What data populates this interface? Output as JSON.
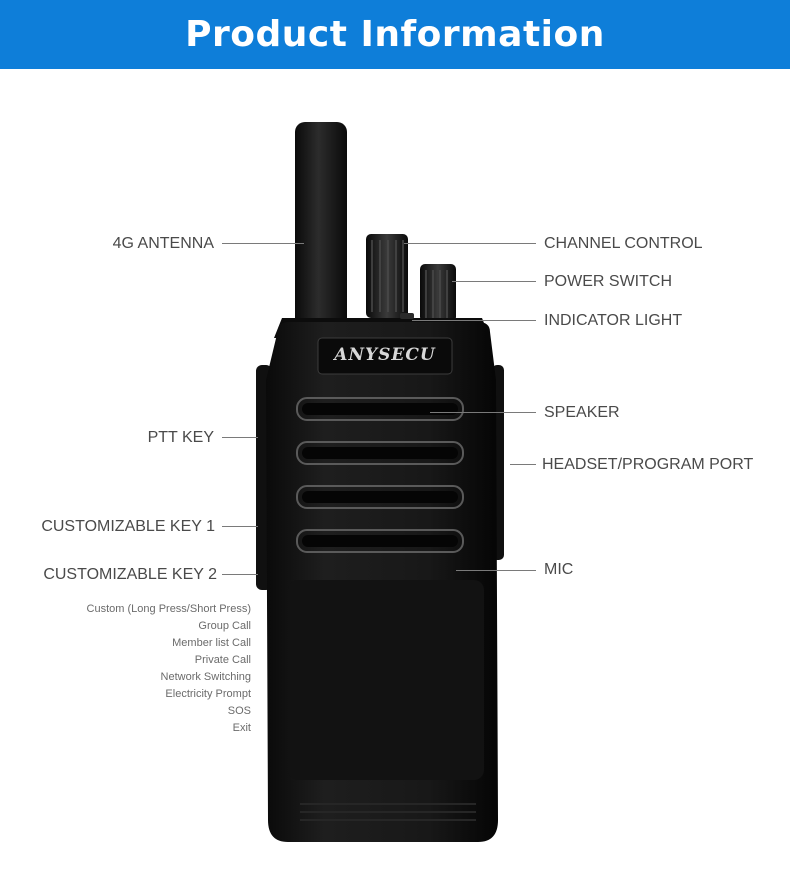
{
  "header": {
    "title": "Product Information"
  },
  "brand": "ANYSECU",
  "labels_left": {
    "antenna": "4G ANTENNA",
    "ptt": "PTT KEY",
    "key1": "CUSTOMIZABLE KEY 1",
    "key2": "CUSTOMIZABLE KEY 2"
  },
  "labels_right": {
    "channel": "CHANNEL CONTROL",
    "power": "POWER SWITCH",
    "indicator": "INDICATOR LIGHT",
    "speaker": "SPEAKER",
    "headset": "HEADSET/PROGRAM PORT",
    "mic": "MIC"
  },
  "key_functions": [
    "Custom (Long Press/Short Press)",
    "Group Call",
    "Member list Call",
    "Private Call",
    "Network Switching",
    "Electricity Prompt",
    "SOS",
    "Exit"
  ],
  "colors": {
    "banner": "#0e7ed9",
    "label_text": "#4a4a4a",
    "radio_body": "#141414"
  }
}
